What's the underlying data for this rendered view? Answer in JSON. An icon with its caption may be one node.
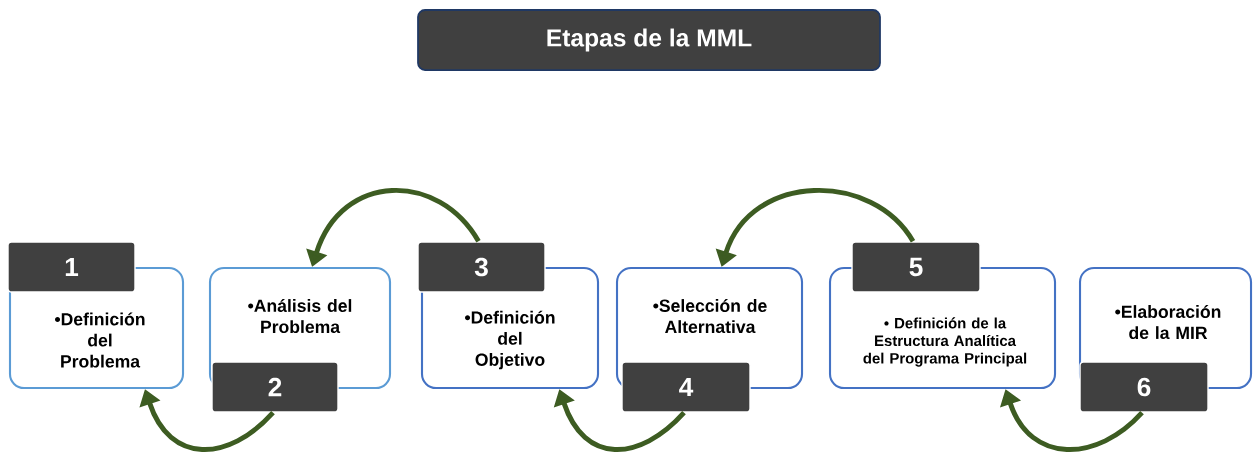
{
  "diagram": {
    "nodes": [
      {
        "text": [
          "Etapas de la MML"
        ]
      },
      {
        "text": [
          "1"
        ]
      },
      {
        "text": [
          "•Definición del Problema"
        ]
      },
      {
        "text": [
          "•Análisis del Problema"
        ]
      },
      {
        "text": [
          "2"
        ]
      },
      {
        "text": [
          "3"
        ]
      },
      {
        "text": [
          "•Definición del Objetivo"
        ]
      },
      {
        "text": [
          "•Selección de Alternativa"
        ]
      },
      {
        "text": [
          "4"
        ]
      },
      {
        "text": [
          "5"
        ]
      },
      {
        "text": [
          "• Definición de la Estructura Analítica del Programa Principal"
        ]
      },
      {
        "text": [
          "•Elaboración de la MIR"
        ]
      },
      {
        "text": [
          "6"
        ]
      }
    ],
    "edges": [
      {
        "from": 4,
        "to": 2,
        "arrow": "to"
      },
      {
        "from": 5,
        "to": 3,
        "arrow": "to"
      },
      {
        "from": 8,
        "to": 6,
        "arrow": "to"
      },
      {
        "from": 9,
        "to": 7,
        "arrow": "to"
      },
      {
        "from": 12,
        "to": 10,
        "arrow": "to"
      }
    ]
  }
}
